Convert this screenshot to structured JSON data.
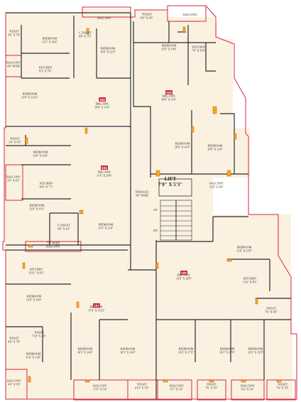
{
  "colors": {
    "floor": "#fbf1e1",
    "wall": "#2b2b2b",
    "boundary": "#d6263b",
    "door": "#f0b200",
    "flat_badge": "#d6263b"
  },
  "flats": [
    {
      "number": "102"
    },
    {
      "number": "103"
    },
    {
      "number": "101"
    },
    {
      "number": "104"
    },
    {
      "number": "105"
    }
  ],
  "rooms": {
    "balcony_top_left": "BALCONY",
    "toilet_top": "TOILET\n8'6\" X 4'6\"",
    "balcony_top_right": "BALCONY",
    "toilet_nw": "TOILET\n4'6\" X 7'6\"",
    "bedroom_102a": "BEDROOM\n12'3\" X 10'6\"",
    "ctoilet_102": "C.TOILET\n4'6\" X 7'6\"",
    "bedroom_102b": "BEDROOM\n10'9\" X 12'9\"",
    "balcony_102_side": "BALCONY\n4'6\" WIDE",
    "kitchen_102": "KITCHEN\n9'3\" X 7'6\"",
    "bedroom_102c": "BEDROOM\n13'0\" X 10'11\"",
    "drg_102": "DRG./DIN.\n19'6\" X 11'6\"",
    "bedroom_103a": "BEDROOM\n12'6\" X 10'0\"",
    "kitchen_103": "KITCHEN\n7'6\" X 10'4\"",
    "drg_103": "DRG./DIN.\n18'0\" X 11'6\"",
    "bedroom_103b": "BEDROOM\n18'6\" X 14'3\"",
    "bedroom_103c": "BEDROOM\n10'0\" X 13'4\"",
    "toilet_101": "TOILET\n3'6\" X 4'3\"",
    "bedroom_101a": "BEDROOM\n13'6\" X 10'6\"",
    "balcony_101_side": "BALCONY\n3'6\" X 6'3\"",
    "kitchen_101": "KITCHEN\n10'0\" X 7'1\"",
    "drg_101": "DRG./DIN.\n11'6\" X 20'6\"",
    "bedroom_101b": "BEDROOM\n12'6\" X 10'1\"",
    "ctoilet_101": "C.TOILET\n4'0\" X 4'3\"",
    "bedroom_101c": "BEDROOM\n11'6\" X 11'0\"",
    "lift": "LIFT\n7'0\" X 5'3\"",
    "balcony_lift": "BALCONY\n12'6\" X 4'6\"",
    "passage": "PASSAGE\n4'0\" WIDE",
    "balcony_mid": "7'6\" WIDE\nBALCONY",
    "stair_up": "UP",
    "stair_dn": "DN",
    "kitchen_104": "KITCHEN\n13'11\" X 8'3\"",
    "bedroom_104a": "BEDROOM\n12'9\" X 10'9\"",
    "drg_104": "DRG./DIN.\n17'0\" X 16'11\"",
    "toilet_104a": "TOILET\n7'10\" X 4'6\"",
    "toilet_104b": "TOILET\n4'6\" X 7'6\"",
    "bedroom_104b": "BEDROOM\n11'6\" X 12'0\"",
    "balcony_104_corner": "BALCONY\n4'6\" X 9'3\"",
    "bedroom_104c": "BEDROOM\n10'3\" X 14'0\"",
    "bedroom_104d": "BEDROOM\n10'3\" X 14'0\"",
    "balcony_104_bottom": "BALCONY\n17'0\" X 5'4\"",
    "bedroom_105a": "BEDROOM\n12'0\" X 11'8\"",
    "drg_105": "DRG./DIN.\n13'6\" X 20'9\"",
    "kitchen_105": "KITCHEN\n11'6\" X 8'3\"",
    "toilet_105a": "TOILET\n7'6\" X 4'6\"",
    "bedroom_105b": "BEDROOM\n10'3\" X 17'6\"",
    "bedroom_105c": "BEDROOM\n10'3\" X 17'6\"",
    "bedroom_105d": "BEDROOM\n10'3\" X 12'9\"",
    "toilet_bottom_a": "TOILET\n6'10\" X 5'9\"",
    "balcony_bottom_a": "BALCONY\n9'7\" X 5'4\"",
    "toilet_bottom_b": "TOILET\n7'6\" X 5'9\"",
    "balcony_bottom_b": "BALCONY\n9'3\" X 5'4\"",
    "toilet_bottom_c": "TOILET\n7'6\" X 5'9\""
  }
}
